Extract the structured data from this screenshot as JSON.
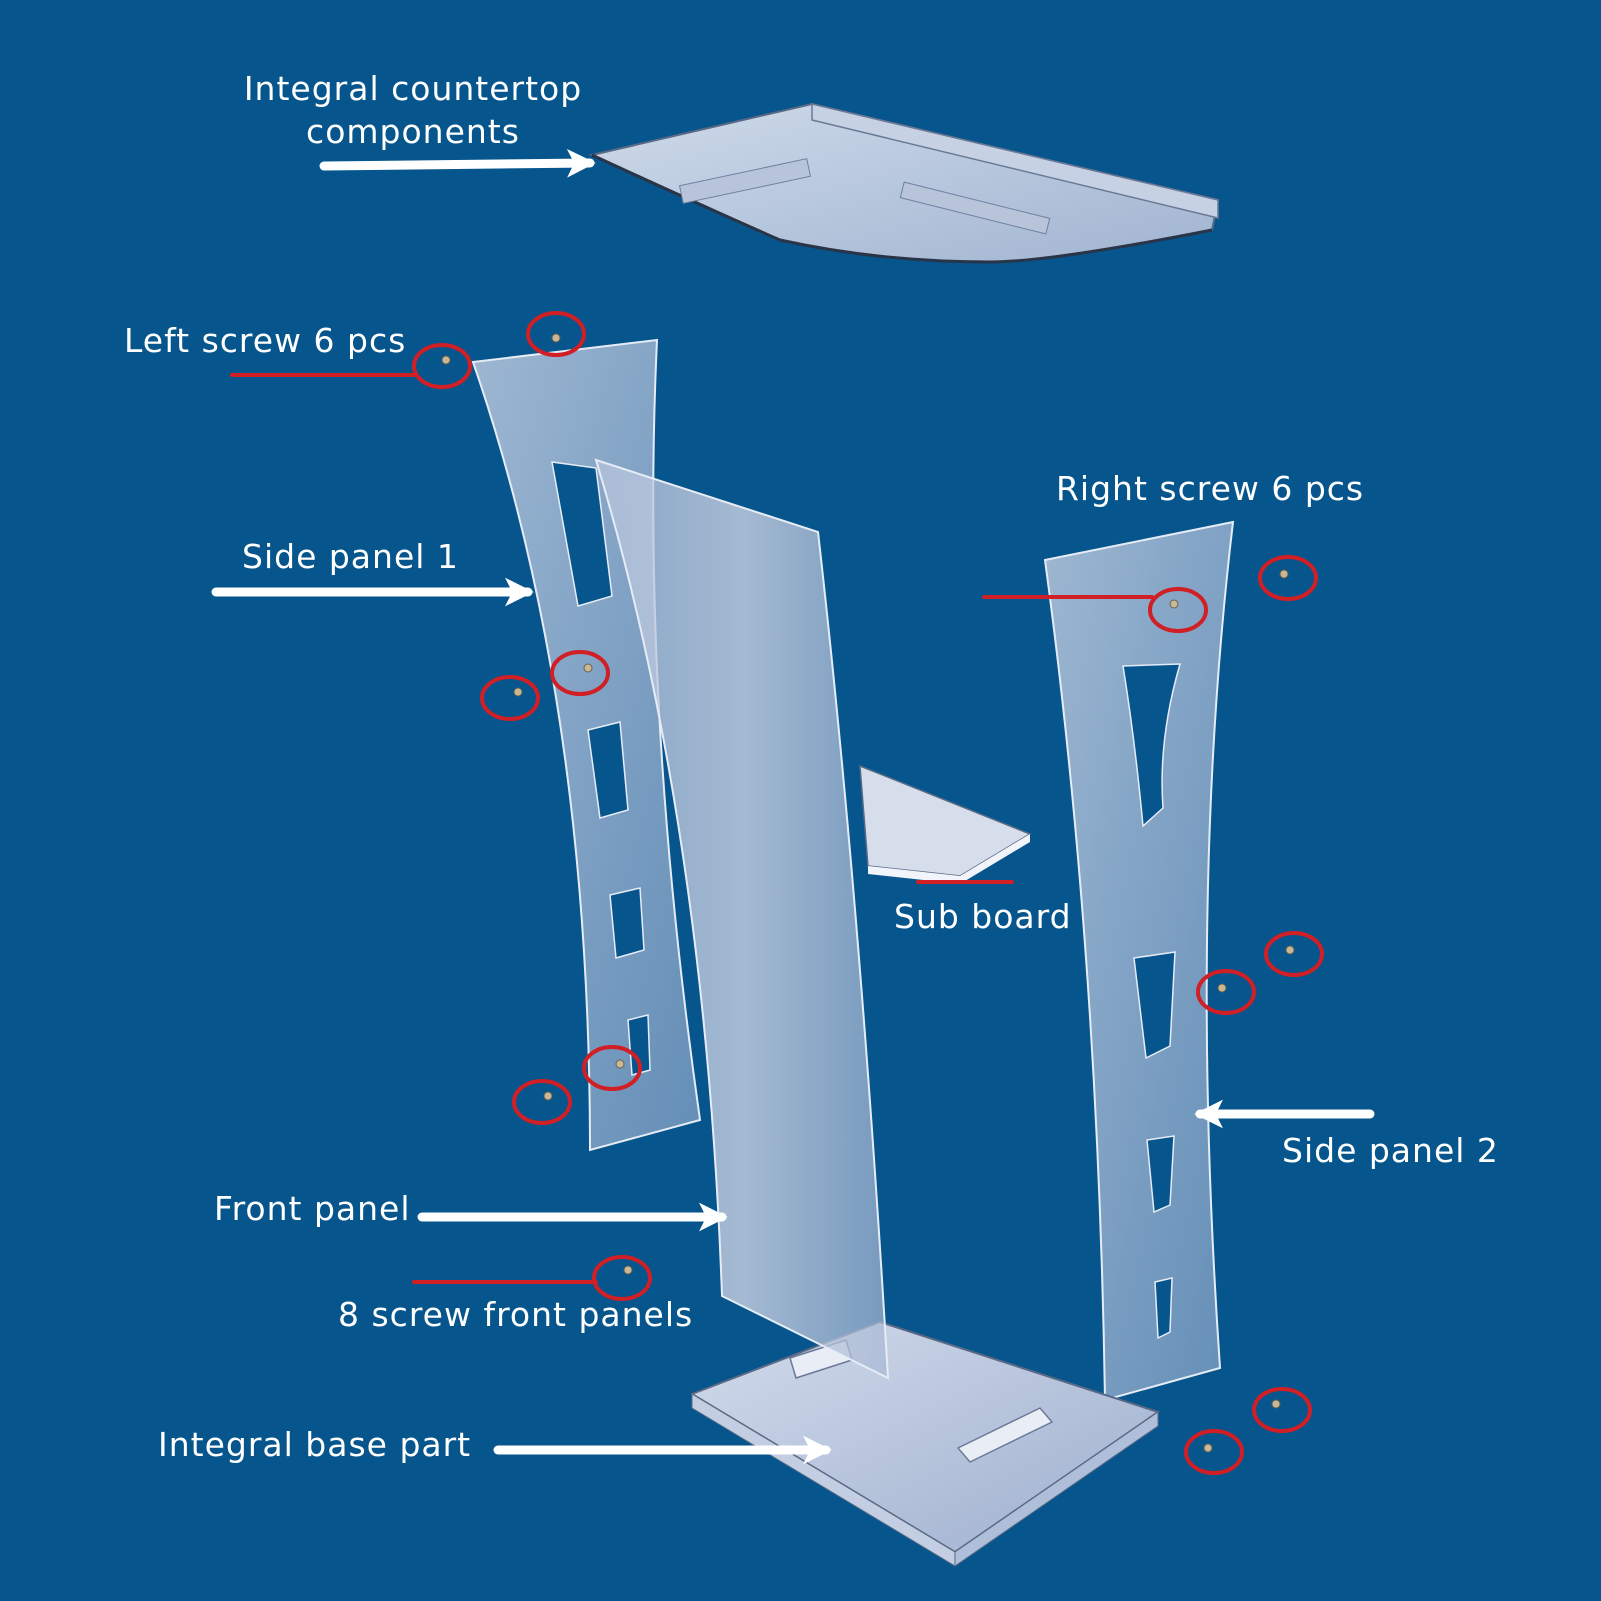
{
  "colors": {
    "background": "#06558c",
    "label_text": "#ffffff",
    "callout_arrow": "#ffffff",
    "screw_marker": "#d01f25",
    "acrylic_panel": "#b7c6e0"
  },
  "labels": {
    "countertop_line1": "Integral countertop",
    "countertop_line2": "components",
    "left_screw": "Left screw 6 pcs",
    "right_screw": "Right screw 6 pcs",
    "side_panel_1": "Side panel 1",
    "side_panel_2": "Side panel 2",
    "sub_board": "Sub board",
    "front_panel": "Front panel",
    "front_screws": "8 screw front panels",
    "base_part": "Integral base part"
  }
}
